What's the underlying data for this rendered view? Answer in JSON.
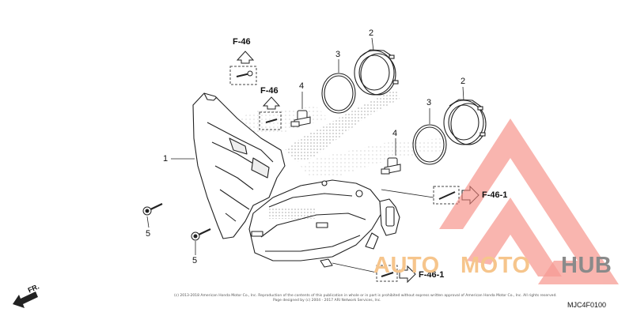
{
  "diagram": {
    "part_callouts": [
      "1",
      "2",
      "3",
      "4",
      "5",
      "2",
      "3",
      "4",
      "5"
    ],
    "page_refs": [
      "F-46",
      "F-46",
      "F-46-1",
      "F-46-1"
    ],
    "front_indicator": "FR.",
    "diagram_code": "MJC4F0100",
    "copyright_lines": [
      "(c) 2013-2018 American Honda Motor Co., Inc. Reproduction of the contents of this publication in whole or in part is prohibited without express written approval of American Honda Motor Co., Inc. All rights reserved.",
      "Page designed by (c) 2004 - 2017 ARI Network Services, Inc."
    ]
  },
  "watermark": {
    "word_auto": "AUTO",
    "word_moto": "MOTO",
    "word_hub": "HUB",
    "colors": {
      "logo": "#f4837a",
      "auto": "#f6c58c",
      "moto": "#f6c58c",
      "hub": "#8a8a8a"
    }
  }
}
